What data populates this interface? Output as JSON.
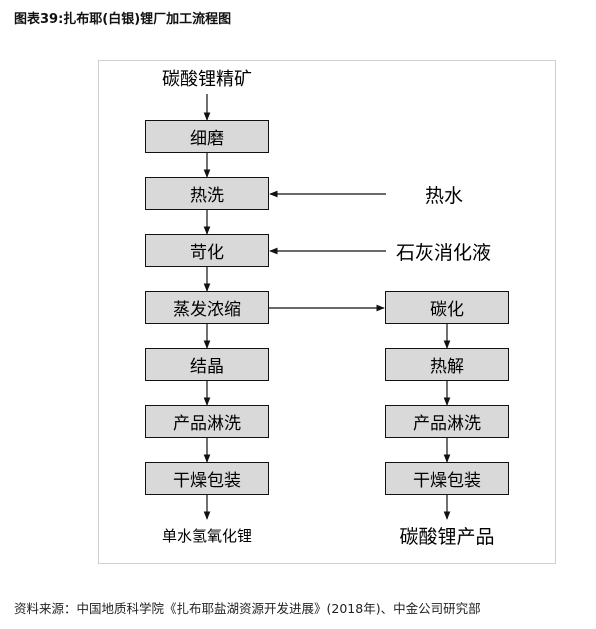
{
  "title": "图表39:扎布耶(白银)锂厂加工流程图",
  "diagram": {
    "input_label": "碳酸锂精矿",
    "left_steps": [
      "细磨",
      "热洗",
      "苛化",
      "蒸发浓缩",
      "结晶",
      "产品淋洗",
      "干燥包装"
    ],
    "right_steps": [
      "碳化",
      "热解",
      "产品淋洗",
      "干燥包装"
    ],
    "side_inputs": {
      "hot_water": "热水",
      "lime_solution": "石灰消化液"
    },
    "left_output": "单水氢氧化锂",
    "right_output": "碳酸锂产品"
  },
  "source": "资料来源：中国地质科学院《扎布耶盐湖资源开发进展》(2018年)、中金公司研究部"
}
